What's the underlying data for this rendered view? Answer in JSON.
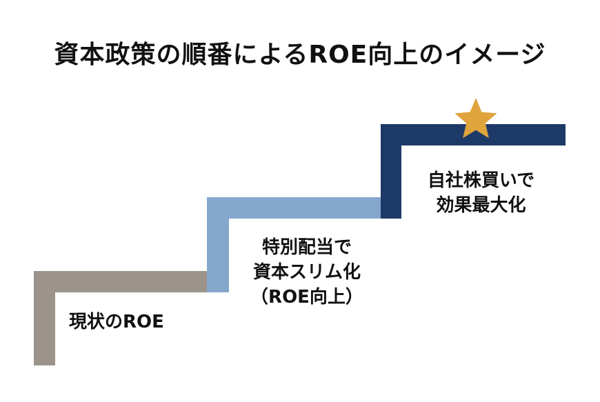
{
  "title": "資本政策の順番によるROE向上のイメージ",
  "colors": {
    "step1": "#9c938a",
    "step2": "#86a7cc",
    "step3": "#1d3967",
    "star": "#e0a43c"
  },
  "steps": [
    {
      "lines": [
        "現状のROE"
      ]
    },
    {
      "lines": [
        "特別配当で",
        "資本スリム化",
        "（ROE向上）"
      ]
    },
    {
      "lines": [
        "自社株買いで",
        "効果最大化"
      ]
    }
  ],
  "icons": {
    "top": "star-icon"
  }
}
